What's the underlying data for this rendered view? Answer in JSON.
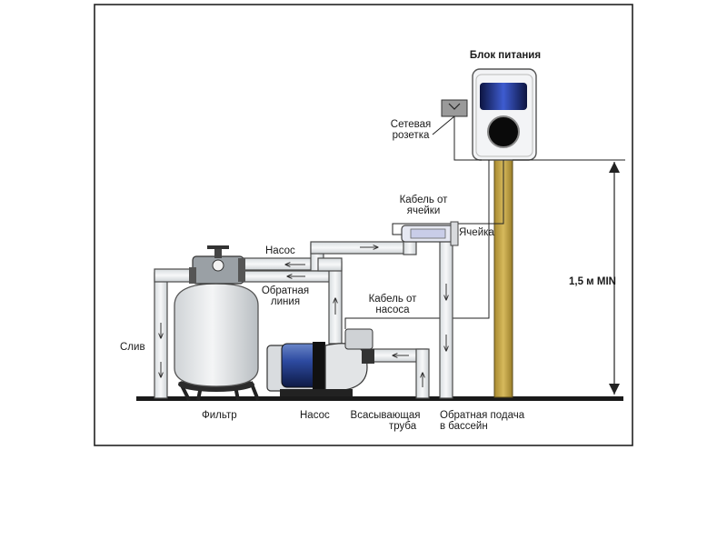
{
  "labels": {
    "power_unit": "Блок питания",
    "socket": [
      "Сетевая",
      "розетка"
    ],
    "cell_cable": [
      "Кабель от",
      "ячейки"
    ],
    "cell": "Ячейка",
    "pump_top": "Насос",
    "return_line": [
      "Обратная",
      "линия"
    ],
    "pump_cable": [
      "Кабель от",
      "насоса"
    ],
    "drain": "Слив",
    "height": "1,5 м MIN",
    "filter": "Фильтр",
    "pump_bottom": "Насос",
    "suction_pipe": [
      "Всасывающая",
      "труба"
    ],
    "pool_return": [
      "Обратная подача",
      "в бассейн"
    ]
  },
  "colors": {
    "frame": "#222222",
    "pipe_fill": "#e8ecee",
    "pipe_stroke": "#4a4a4a",
    "pole": "#c8a84a",
    "ground": "#1a1a1a",
    "screen_blue": "#2a3c9a"
  }
}
